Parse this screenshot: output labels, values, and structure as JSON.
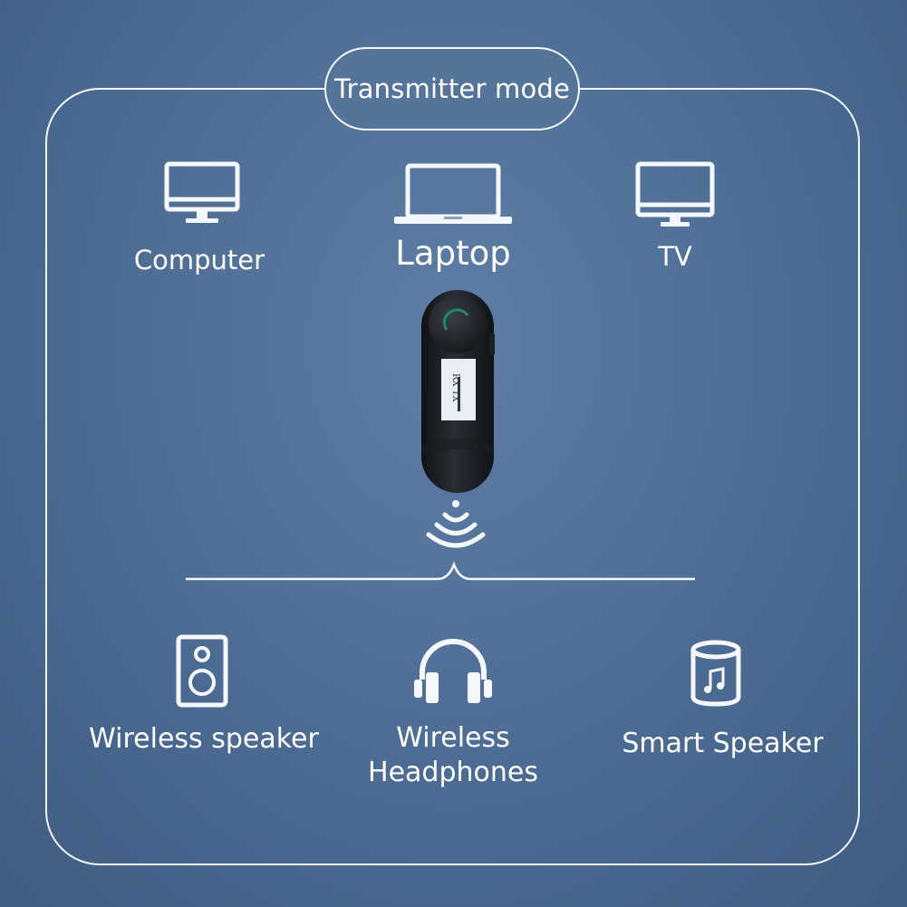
{
  "header": {
    "mode_label": "Transmitter mode"
  },
  "sources": [
    {
      "label": "Computer",
      "icon": "desktop-monitor-icon"
    },
    {
      "label": "Laptop",
      "icon": "laptop-icon"
    },
    {
      "label": "TV",
      "icon": "tv-icon"
    }
  ],
  "sinks": [
    {
      "label": "Wireless speaker",
      "icon": "speaker-box-icon"
    },
    {
      "label_line1": "Wireless",
      "label_line2": "Headphones",
      "icon": "headphones-icon"
    },
    {
      "label": "Smart Speaker",
      "icon": "smart-speaker-icon"
    }
  ],
  "colors": {
    "line": "#f4f7fb",
    "background": "#4f6f97",
    "device_body": "#1a1d21"
  }
}
